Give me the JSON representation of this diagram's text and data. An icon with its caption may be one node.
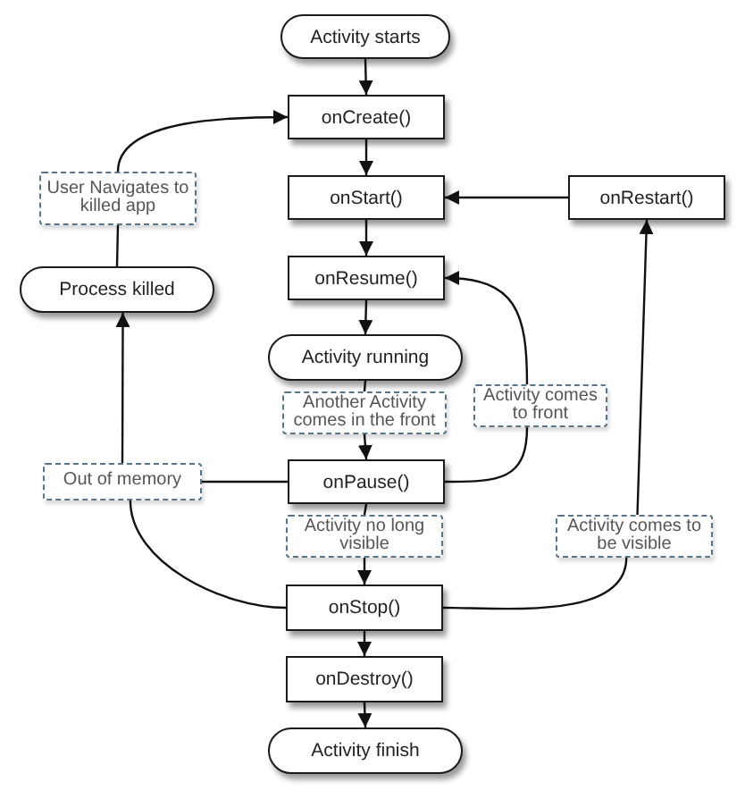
{
  "diagram": {
    "nodes": [
      {
        "text": [
          "Activity starts"
        ]
      },
      {
        "text": [
          "onCreate()"
        ]
      },
      {
        "text": [
          "onStart()"
        ]
      },
      {
        "text": [
          "onRestart()"
        ]
      },
      {
        "text": [
          "User Navigates to killed app"
        ]
      },
      {
        "text": [
          "Process killed"
        ]
      },
      {
        "text": [
          "onResume()"
        ]
      },
      {
        "text": [
          "Activity running"
        ]
      },
      {
        "text": [
          "Another Activity comes in the front"
        ]
      },
      {
        "text": [
          "Activity comes to front"
        ]
      },
      {
        "text": [
          "Out of memory"
        ]
      },
      {
        "text": [
          "onPause()"
        ]
      },
      {
        "text": [
          "Activity no long visible"
        ]
      },
      {
        "text": [
          "Activity comes to be visible"
        ]
      },
      {
        "text": [
          "onStop()"
        ]
      },
      {
        "text": [
          "onDestroy()"
        ]
      },
      {
        "text": [
          "Activity finish"
        ]
      }
    ],
    "edges": [
      {
        "from": 0,
        "to": 1,
        "arrow": "to"
      },
      {
        "from": 1,
        "to": 2,
        "arrow": "to"
      },
      {
        "from": 2,
        "to": 6,
        "arrow": "to"
      },
      {
        "from": 3,
        "to": 2,
        "arrow": "to"
      },
      {
        "from": 6,
        "to": 7,
        "arrow": "to"
      },
      {
        "from": 7,
        "to": 8,
        "arrow": "none"
      },
      {
        "from": 8,
        "to": 11,
        "arrow": "to"
      },
      {
        "from": 11,
        "to": 9,
        "arrow": "none"
      },
      {
        "from": 9,
        "to": 6,
        "arrow": "to"
      },
      {
        "from": 11,
        "to": 12,
        "arrow": "none"
      },
      {
        "from": 12,
        "to": 14,
        "arrow": "to"
      },
      {
        "from": 14,
        "to": 13,
        "arrow": "none"
      },
      {
        "from": 13,
        "to": 3,
        "arrow": "to"
      },
      {
        "from": 11,
        "to": 10,
        "arrow": "none"
      },
      {
        "from": 14,
        "to": 10,
        "arrow": "none"
      },
      {
        "from": 10,
        "to": 5,
        "arrow": "to"
      },
      {
        "from": 5,
        "to": 4,
        "arrow": "none"
      },
      {
        "from": 4,
        "to": 1,
        "arrow": "to"
      },
      {
        "from": 14,
        "to": 15,
        "arrow": "to"
      },
      {
        "from": 15,
        "to": 16,
        "arrow": "to"
      }
    ]
  }
}
